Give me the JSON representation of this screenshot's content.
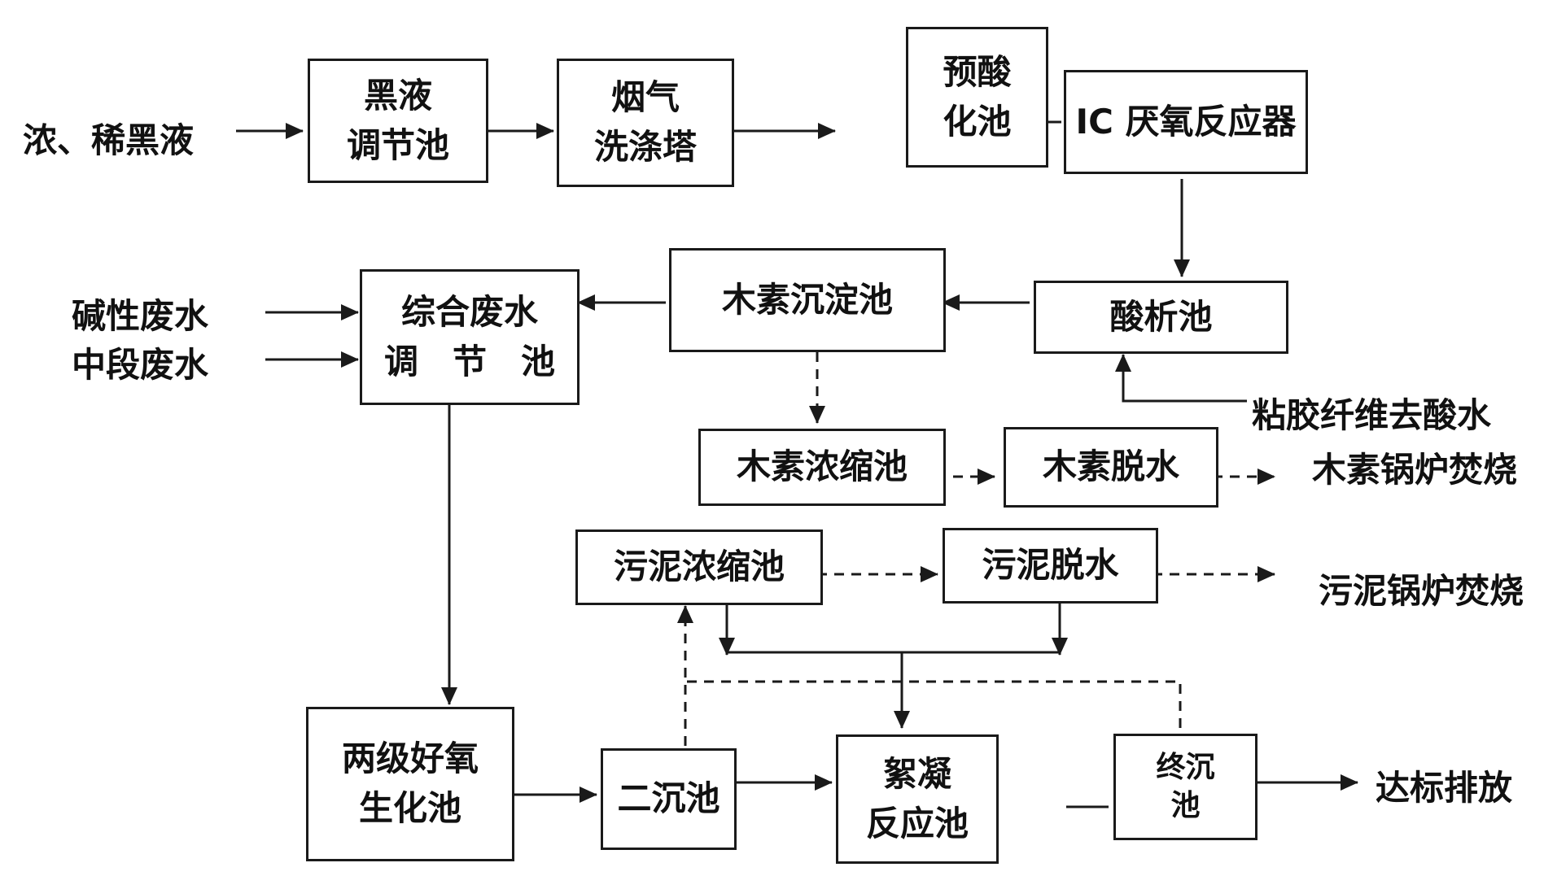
{
  "nodes": {
    "heiye_tiaojie": [
      "黑液",
      "调节池"
    ],
    "yanqi_xidi": [
      "烟气",
      "洗涤塔"
    ],
    "yusuan": [
      "预酸",
      "化池"
    ],
    "ic": [
      "IC 厌氧反应器"
    ],
    "suanxi": [
      "酸析池"
    ],
    "musu_chendian": [
      "木素沉淀池"
    ],
    "zonghe": [
      "综合废水",
      "调　节　池"
    ],
    "musu_nongsuo": [
      "木素浓缩池"
    ],
    "musu_tuoshui": [
      "木素脱水"
    ],
    "wuni_nongsuo": [
      "污泥浓缩池"
    ],
    "wuni_tuoshui": [
      "污泥脱水"
    ],
    "haoyang": [
      "两级好氧",
      "生化池"
    ],
    "erchen": [
      "二沉池"
    ],
    "xuning": [
      "絮凝",
      "反应池"
    ],
    "zhongchen": [
      "终沉",
      "池"
    ]
  },
  "labels": {
    "nong_xi_heiye": "浓、稀黑液",
    "jianxing": "碱性废水",
    "zhongduan": "中段废水",
    "nianjiao": "粘胶纤维去酸水",
    "musu_guolu": "木素锅炉焚烧",
    "wuni_guolu": "污泥锅炉焚烧",
    "dabiao": "达标排放"
  }
}
